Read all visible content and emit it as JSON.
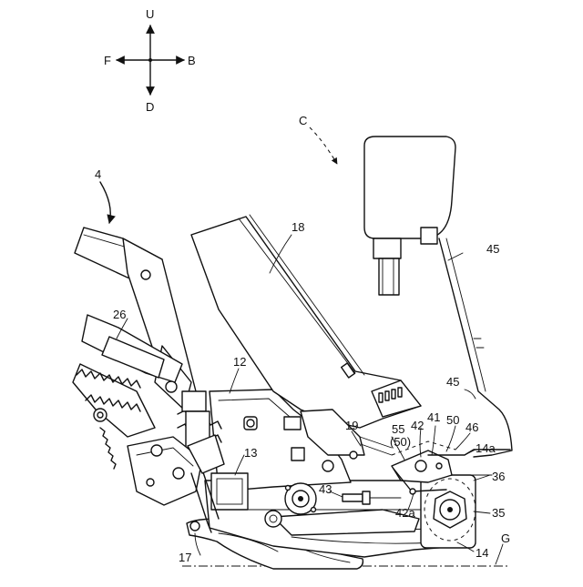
{
  "compass": {
    "up": "U",
    "down": "D",
    "front": "F",
    "back": "B"
  },
  "labels": {
    "l4": "4",
    "lC": "C",
    "l18": "18",
    "l45a": "45",
    "l45b": "45",
    "l26": "26",
    "l12": "12",
    "l19": "19",
    "l55": "55",
    "l50p": "(50)",
    "l42": "42",
    "l41": "41",
    "l50": "50",
    "l46": "46",
    "l14a": "14a",
    "l13": "13",
    "l43": "43",
    "l36": "36",
    "l42a": "42a",
    "l35": "35",
    "l17": "17",
    "lG": "G",
    "l14": "14"
  }
}
